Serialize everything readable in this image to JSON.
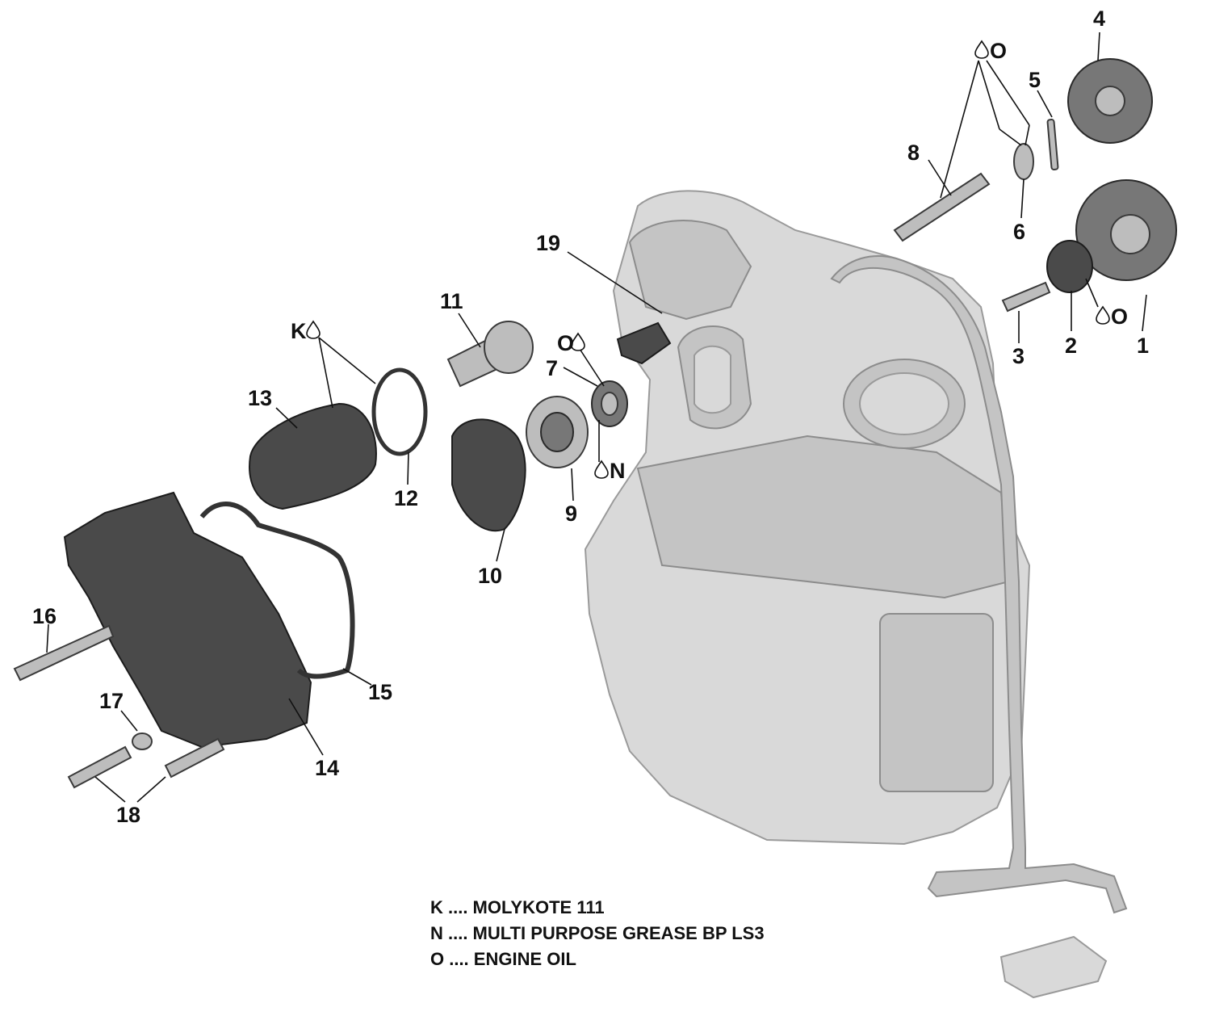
{
  "callouts": {
    "p1": "1",
    "p2": "2",
    "p3": "3",
    "p4": "4",
    "p5": "5",
    "p6": "6",
    "p7": "7",
    "p8": "8",
    "p9": "9",
    "p10": "10",
    "p11": "11",
    "p12": "12",
    "p13": "13",
    "p14": "14",
    "p15": "15",
    "p16": "16",
    "p17": "17",
    "p18": "18",
    "p19": "19"
  },
  "lubricant_marks": {
    "o_top": "O",
    "o_right": "O",
    "o_mid": "O",
    "k_left": "K",
    "n_mid": "N"
  },
  "legend": [
    {
      "code": "K",
      "text": "K .... MOLYKOTE 111"
    },
    {
      "code": "N",
      "text": "N .... MULTI PURPOSE GREASE BP LS3"
    },
    {
      "code": "O",
      "text": "O .... ENGINE OIL"
    }
  ],
  "colors": {
    "engine_fill": "#d9d9d9",
    "part_fill": "#4a4a4a",
    "text": "#111111"
  }
}
